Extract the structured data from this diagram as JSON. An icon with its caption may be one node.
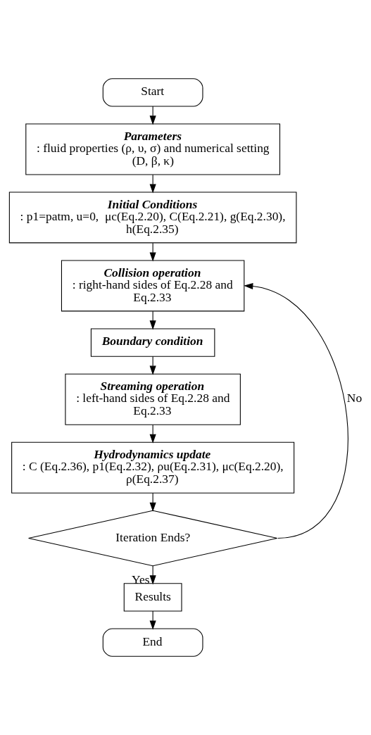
{
  "diagram": {
    "nodes": [
      {
        "text": [
          "Start"
        ]
      },
      {
        "text": [
          "Parameters",
          ": fluid properties (ρ, υ, σ) and numerical setting (D, β, κ)"
        ]
      },
      {
        "text": [
          "Initial Conditions",
          ": p1=patm, u=0,  μc(Eq.2.20), C(Eq.2.21), g(Eq.2.30), h(Eq.2.35)"
        ]
      },
      {
        "text": [
          "Collision operation",
          ": right-hand sides of Eq.2.28 and Eq.2.33"
        ]
      },
      {
        "text": [
          "Boundary condition"
        ]
      },
      {
        "text": [
          "Streaming operation",
          ": left-hand sides of Eq.2.28 and Eq.2.33"
        ]
      },
      {
        "text": [
          "Hydrodynamics update",
          ": C (Eq.2.36), p1(Eq.2.32), ρu(Eq.2.31), μc(Eq.2.20), ρ(Eq.2.37)"
        ]
      },
      {
        "text": [
          "Iteration Ends?"
        ]
      },
      {
        "text": [
          "Results"
        ]
      },
      {
        "text": [
          "End"
        ]
      }
    ],
    "edges": [
      {
        "from": 0,
        "to": 1,
        "arrow": "to"
      },
      {
        "from": 1,
        "to": 2,
        "arrow": "to"
      },
      {
        "from": 2,
        "to": 3,
        "arrow": "to"
      },
      {
        "from": 3,
        "to": 4,
        "arrow": "to"
      },
      {
        "from": 4,
        "to": 5,
        "arrow": "to"
      },
      {
        "from": 5,
        "to": 6,
        "arrow": "to"
      },
      {
        "from": 6,
        "to": 7,
        "arrow": "to"
      },
      {
        "from": 7,
        "to": 3,
        "arrow": "to",
        "label": "No"
      },
      {
        "from": 7,
        "to": 8,
        "arrow": "to",
        "label": "Yes"
      },
      {
        "from": 8,
        "to": 9,
        "arrow": "to"
      }
    ]
  }
}
